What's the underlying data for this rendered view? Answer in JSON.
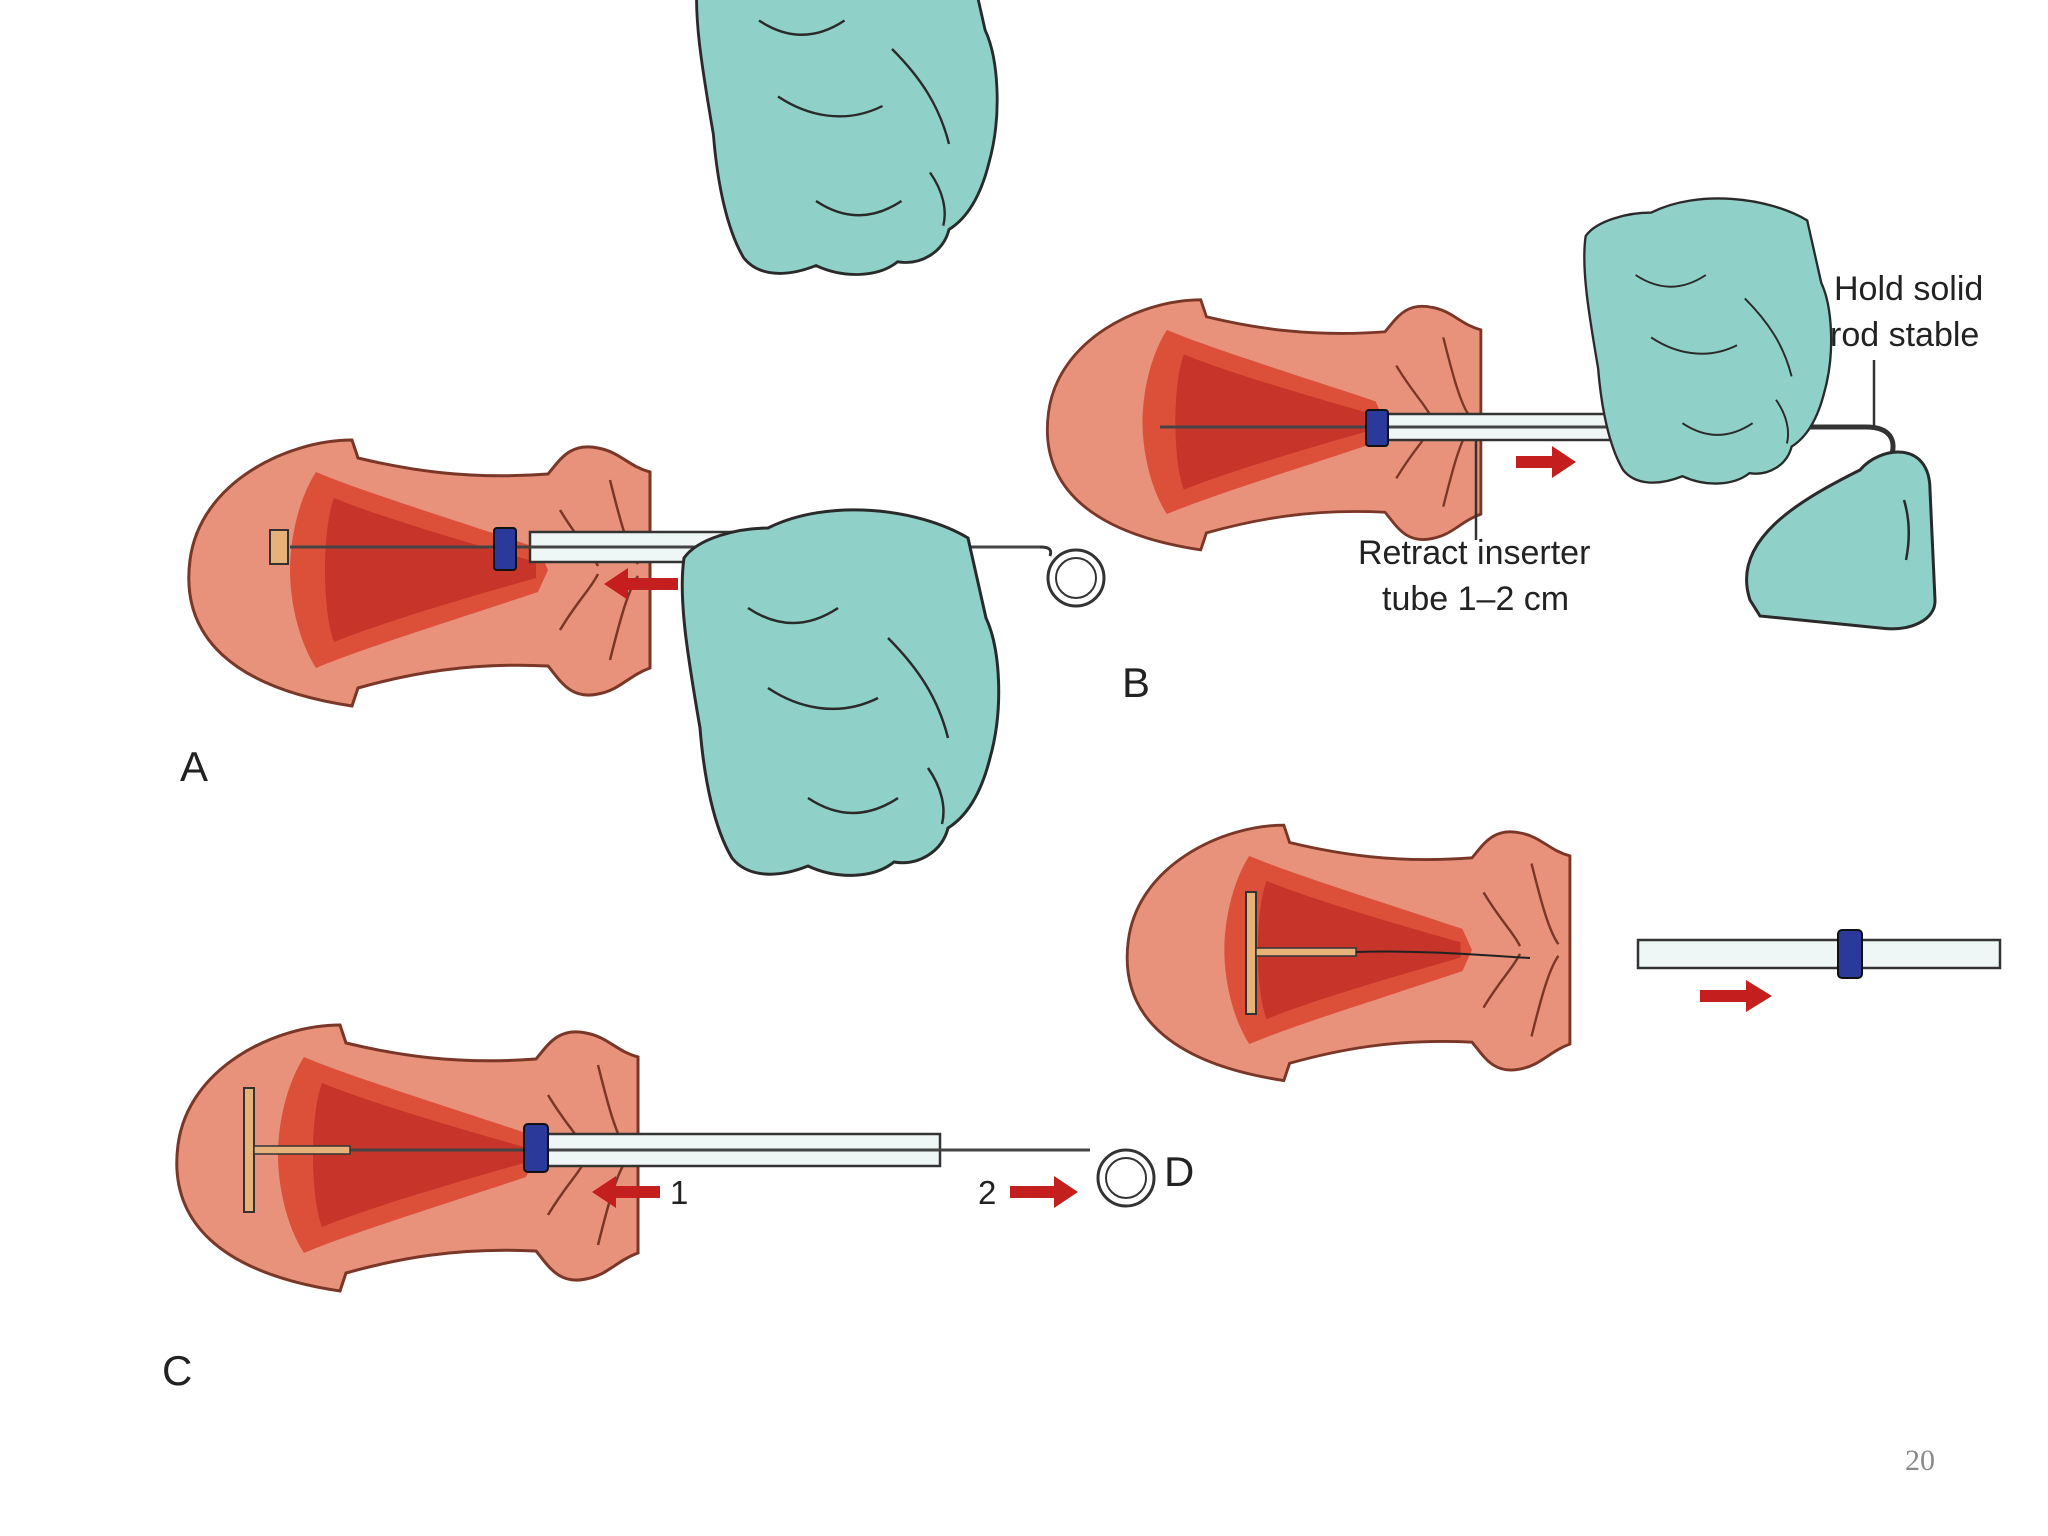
{
  "panels": [
    {
      "letter": "A"
    },
    {
      "letter": "B",
      "annotations": {
        "hold_line1": "Hold solid",
        "hold_line2": "rod stable",
        "retract_line1": "Retract inserter",
        "retract_line2": "tube 1–2 cm"
      }
    },
    {
      "letter": "C",
      "steps": [
        "1",
        "2"
      ]
    },
    {
      "letter": "D"
    }
  ],
  "page_number": "20",
  "colors": {
    "uterus_outer": "#e8927c",
    "uterus_inner": "#d9442e",
    "glove": "#8fd0c8",
    "collar": "#2b3a9a",
    "arrow": "#c41e1e",
    "tube": "#eef7f6",
    "outline": "#333333"
  },
  "icons": [
    "gloved-hand-icon",
    "uterus-icon",
    "arrow-icon",
    "insertion-tube-icon",
    "iud-icon"
  ]
}
